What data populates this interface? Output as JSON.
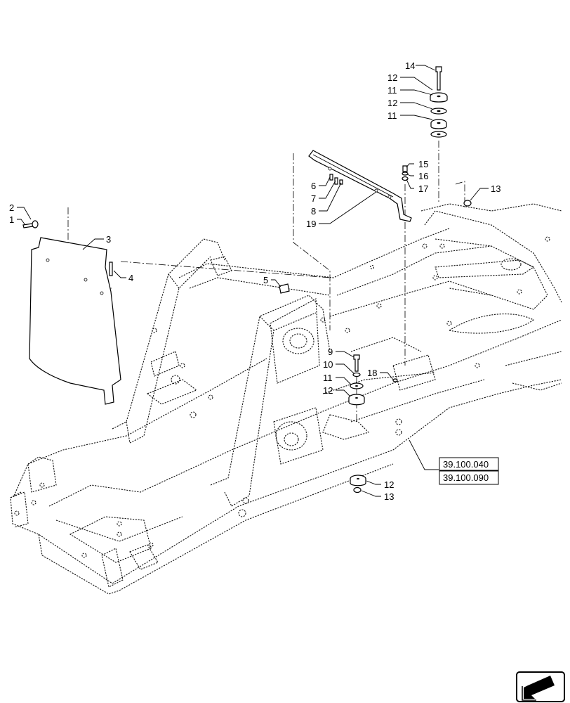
{
  "callouts": {
    "c14": "14",
    "c12a": "12",
    "c11a": "11",
    "c12b": "12",
    "c11b": "11",
    "c15": "15",
    "c16": "16",
    "c17": "17",
    "c13a": "13",
    "c6": "6",
    "c7": "7",
    "c8": "8",
    "c19": "19",
    "c2": "2",
    "c1": "1",
    "c3": "3",
    "c4": "4",
    "c5": "5",
    "c9": "9",
    "c10": "10",
    "c11c": "11",
    "c12c": "12",
    "c18": "18",
    "c12d": "12",
    "c13b": "13"
  },
  "references": {
    "ref1": "39.100.040",
    "ref2": "39.100.090"
  },
  "nav_icon": "arrow-nav-icon"
}
